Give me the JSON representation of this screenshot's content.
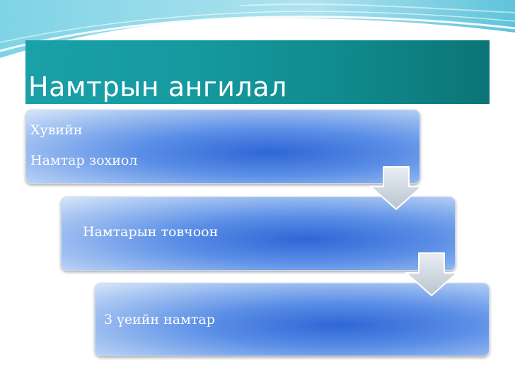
{
  "title": "Намтрын ангилал",
  "boxes": [
    {
      "lines": [
        "Хувийн",
        "Намтар зохиол"
      ]
    },
    {
      "lines": [
        "Намтарын товчоон"
      ]
    },
    {
      "lines": [
        "3 үеийн намтар"
      ]
    }
  ],
  "colors": {
    "title_bar": "#159aa0",
    "title_text": "#ffffff",
    "box_fill": "#2f66d6",
    "box_text": "#ffffff",
    "arrow_fill": "#c9d3dc"
  }
}
